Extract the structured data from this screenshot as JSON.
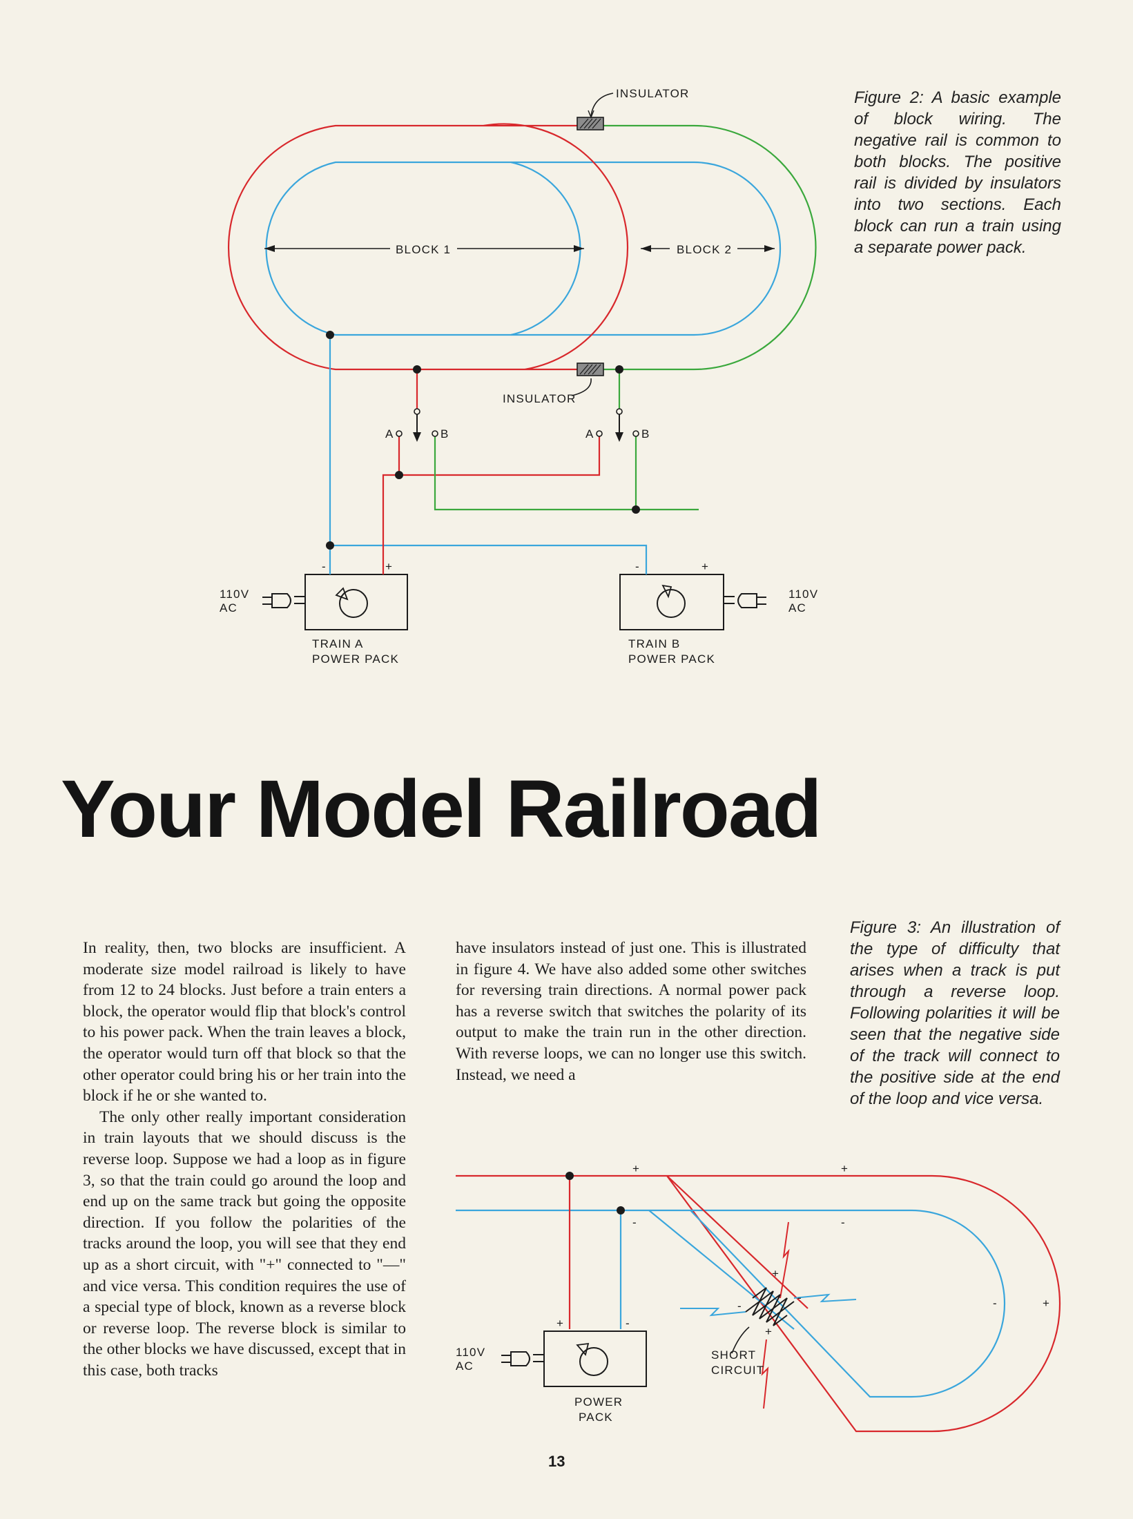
{
  "figure2": {
    "caption": "Figure 2: A basic example of block wiring. The negative rail is common to both blocks. The positive rail is divided by insulators into two sections. Each block can run a train using a separate power pack.",
    "labels": {
      "insulator_top": "INSULATOR",
      "insulator_bottom": "INSULATOR",
      "block1": "BLOCK 1",
      "block2": "BLOCK 2",
      "switch1_a": "A",
      "switch1_b": "B",
      "switch2_a": "A",
      "switch2_b": "B",
      "pack_a_minus": "-",
      "pack_a_plus": "+",
      "pack_b_minus": "-",
      "pack_b_plus": "+",
      "ac_left_1": "110V",
      "ac_left_2": "AC",
      "ac_right_1": "110V",
      "ac_right_2": "AC",
      "pack_a_1": "TRAIN A",
      "pack_a_2": "POWER PACK",
      "pack_b_1": "TRAIN B",
      "pack_b_2": "POWER PACK"
    }
  },
  "title": "Your Model Railroad",
  "body": {
    "col1_p1": "In reality, then, two blocks are insufficient. A moderate size model railroad is likely to have from 12 to 24 blocks. Just before a train enters a block, the operator would flip that block's control to his power pack. When the train leaves a block, the operator would turn off that block so that the other operator could bring his or her train into the block if he or she wanted to.",
    "col1_p2": "The only other really important consideration in train layouts that we should discuss is the reverse loop. Suppose we had a loop as in figure 3, so that the train could go around the loop and end up on the same track but going the opposite direction. If you follow the polarities of the tracks around the loop, you will see that they end up as a short circuit, with \"+\" connected to \"—\" and vice versa. This condition requires the use of a special type of block, known as a reverse block or reverse loop. The reverse block is similar to the other blocks we have discussed, except that in this case, both tracks",
    "col2_p1": "have insulators instead of just one. This is illustrated in figure 4. We have also added some other switches for reversing train directions. A normal power pack has a reverse switch that switches the polarity of its output to make the train run in the other direction. With reverse loops, we can no longer use this switch. Instead, we need a"
  },
  "figure3": {
    "caption": "Figure 3: An illustration of the type of difficulty that arises when a track is put through a reverse loop. Following polarities it will be seen that the negative side of the track will connect to the positive side at the end of the loop and vice versa.",
    "labels": {
      "plus_top_1": "+",
      "plus_top_2": "+",
      "minus_1": "-",
      "minus_2": "-",
      "minus_loop": "-",
      "plus_loop": "+",
      "pack_plus": "+",
      "pack_minus": "-",
      "x_plus_1": "+",
      "x_minus_1": "-",
      "x_minus_2": "-",
      "x_plus_2": "+",
      "ac_1": "110V",
      "ac_2": "AC",
      "short_1": "SHORT",
      "short_2": "CIRCUIT",
      "pack_1": "POWER",
      "pack_2": "PACK"
    }
  },
  "page_number": "13",
  "colors": {
    "positive_rail": "#d8282c",
    "negative_rail": "#3aa6dc",
    "block2_rail": "#3aa83c",
    "ink": "#1b1b1b",
    "paper": "#f5f2e8"
  }
}
